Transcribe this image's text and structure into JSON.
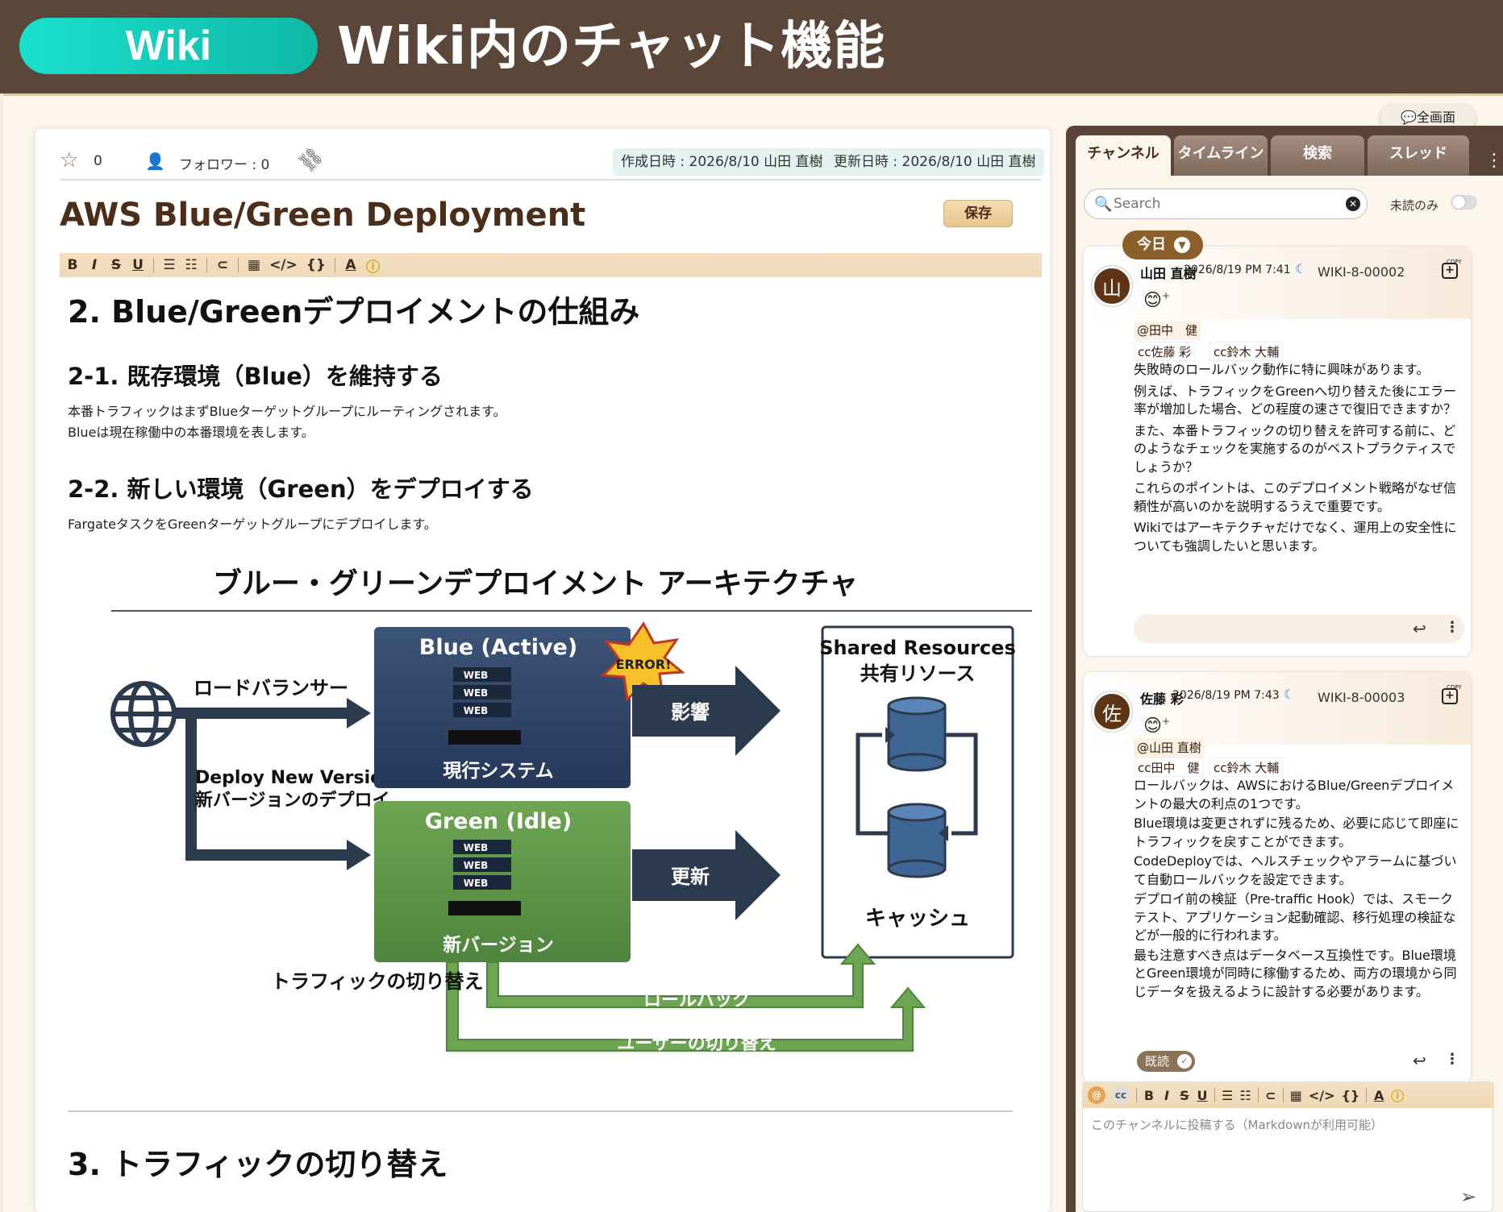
{
  "banner": {
    "pill": "Wiki",
    "title": "Wiki内のチャット機能"
  },
  "doc": {
    "stars": "0",
    "followers": "フォロワー : 0",
    "created": "作成日時 : 2026/8/10  山田 直樹",
    "updated": "更新日時 : 2026/8/10  山田 直樹",
    "title": "AWS Blue/Green Deployment",
    "save_label": "保存",
    "toolbar": [
      "B",
      "I",
      "S",
      "U",
      "ol",
      "ul",
      "attach",
      "table",
      "code",
      "braces",
      "A",
      "info"
    ],
    "h2": "2. Blue/Greenデプロイメントの仕組み",
    "h3a": "2-1. 既存環境（Blue）を維持する",
    "p1a": "本番トラフィックはまずBlueターゲットグループにルーティングされます。",
    "p1b": "Blueは現在稼働中の本番環境を表します。",
    "h3b": "2-2. 新しい環境（Green）をデプロイする",
    "p2": "FargateタスクをGreenターゲットグループにデプロイします。",
    "h2b": "3. トラフィックの切り替え"
  },
  "diagram": {
    "title": "ブルー・グリーンデプロイメント アーキテクチャ",
    "lb": "ロードバランサー",
    "deploy_en": "Deploy New Version",
    "deploy_jp": "新バージョンのデプロイ",
    "blue_title": "Blue (Active)",
    "blue_sub": "現行システム",
    "error": "ERROR!",
    "web": "WEB",
    "green_title": "Green (Idle)",
    "green_sub": "新バージョン",
    "impact": "影響",
    "update": "更新",
    "shared_en": "Shared Resources",
    "shared_jp": "共有リソース",
    "cache": "キャッシュ",
    "traffic": "トラフィックの切り替え",
    "rollback": "ロールバック",
    "user_switch": "ユーザーの切り替え"
  },
  "chat": {
    "fullscreen": "全画面",
    "tabs": [
      "チャンネル",
      "タイムライン",
      "検索",
      "スレッド"
    ],
    "search_placeholder": "Search",
    "unread_only": "未読のみ",
    "today": "今日",
    "copy": "COPY",
    "read": "既読",
    "composer_placeholder": "このチャンネルに投稿する（Markdownが利用可能）",
    "m1": {
      "avatar": "山",
      "user": "山田 直樹",
      "time": "2026/8/19 PM 7:41",
      "id": "WIKI-8-00002",
      "to": "@田中　健",
      "cc1": "cc佐藤 彩",
      "cc2": "cc鈴木 大輔",
      "lines": [
        "失敗時のロールバック動作に特に興味があります。",
        "例えば、トラフィックをGreenへ切り替えた後にエラー率が増加した場合、どの程度の速さで復旧できますか？",
        "また、本番トラフィックの切り替えを許可する前に、どのようなチェックを実施するのがベストプラクティスでしょうか？",
        "これらのポイントは、このデプロイメント戦略がなぜ信頼性が高いのかを説明するうえで重要です。",
        "Wikiではアーキテクチャだけでなく、運用上の安全性についても強調したいと思います。"
      ]
    },
    "m2": {
      "avatar": "佐",
      "user": "佐藤 彩",
      "time": "2026/8/19 PM 7:43",
      "id": "WIKI-8-00003",
      "to": "@山田 直樹",
      "cc1": "cc田中　健",
      "cc2": "cc鈴木 大輔",
      "lines": [
        "ロールバックは、AWSにおけるBlue/Greenデプロイメントの最大の利点の1つです。",
        "Blue環境は変更されずに残るため、必要に応じて即座にトラフィックを戻すことができます。",
        "CodeDeployでは、ヘルスチェックやアラームに基づいて自動ロールバックを設定できます。",
        "デプロイ前の検証（Pre-traffic Hook）では、スモークテスト、アプリケーション起動確認、移行処理の検証などが一般的に行われます。",
        "最も注意すべき点はデータベース互換性です。Blue環境とGreen環境が同時に稼働するため、両方の環境から同じデータを扱えるように設計する必要があります。"
      ]
    }
  },
  "colors": {
    "accent": "#19e0cd",
    "brand": "#5b463a",
    "blue_box": "#2f4468",
    "green_box": "#5e9448",
    "arrow": "#2b3a4d"
  }
}
